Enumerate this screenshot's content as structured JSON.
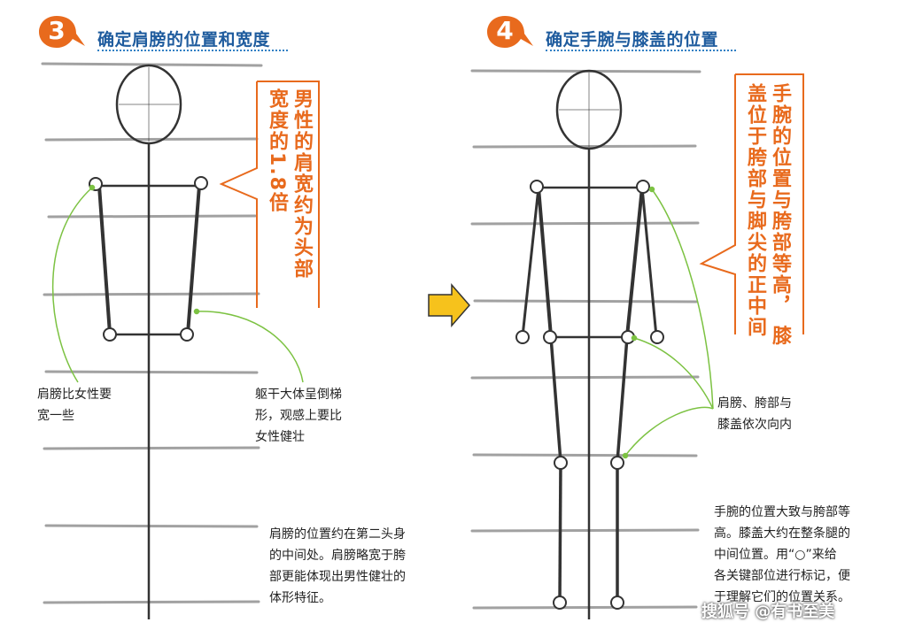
{
  "left": {
    "step": "3",
    "title": "确定肩膀的位置和宽度",
    "callout": [
      "男性的肩宽约为头部",
      "宽度的1.8倍"
    ],
    "note_shoulder": [
      "肩膀比女性要",
      "宽一些"
    ],
    "note_torso": [
      "躯干大体呈倒梯",
      "形，观感上要比",
      "女性健壮"
    ],
    "note_bottom": [
      "肩膀的位置约在第二头身",
      "的中间处。肩膀略宽于胯",
      "部更能体现出男性健壮的",
      "体形特征。"
    ]
  },
  "right": {
    "step": "4",
    "title": "确定手腕与膝盖的位置",
    "callout": [
      "手腕的位置与胯部等高，",
      "膝盖位于胯部与脚尖的正中间"
    ],
    "note_inward": [
      "肩膀、胯部与",
      "膝盖依次向内"
    ],
    "note_bottom": [
      "手腕的位置大致与胯部等",
      "高。膝盖大约在整条腿的",
      "中间位置。用“○”来给",
      "各关键部位进行标记，便",
      "于理解它们的位置关系。"
    ]
  },
  "watermark": "搜狐号 @有书至美",
  "colors": {
    "orange": "#e86a1d",
    "blue": "#1f5c9e",
    "green": "#7cc242",
    "arrow": "#f6c21c"
  }
}
